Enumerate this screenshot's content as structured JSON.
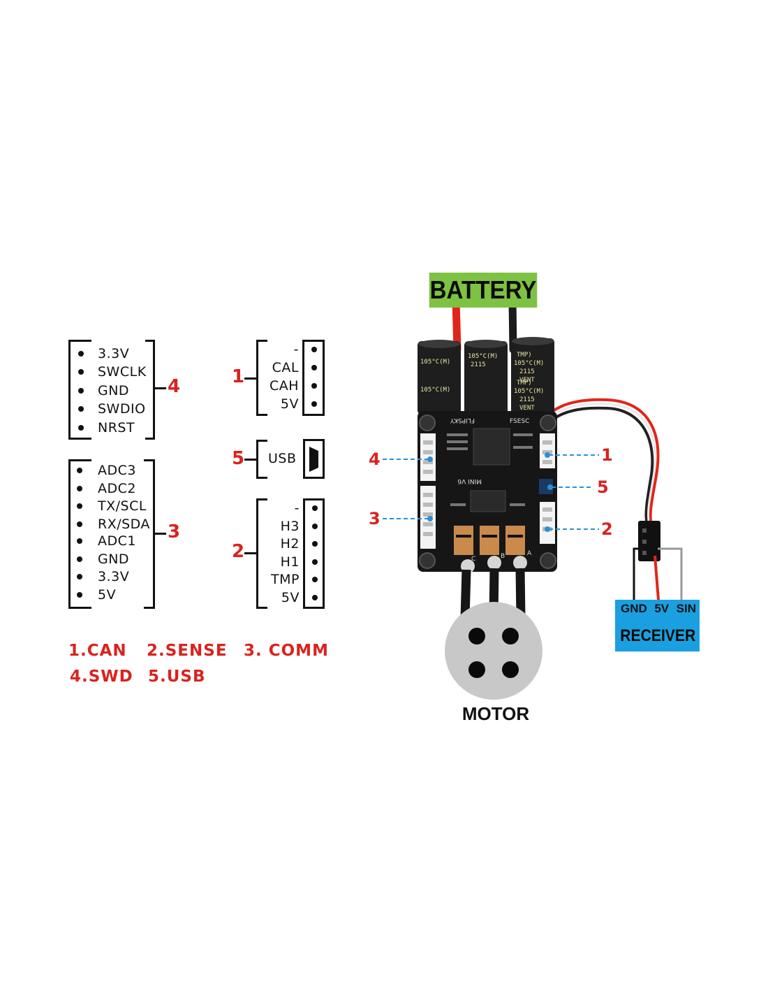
{
  "left_diagram": {
    "swd": {
      "number": "4",
      "pins": [
        "3.3V",
        "SWCLK",
        "GND",
        "SWDIO",
        "NRST"
      ]
    },
    "comm": {
      "number": "3",
      "pins": [
        "ADC3",
        "ADC2",
        "TX/SCL",
        "RX/SDA",
        "ADC1",
        "GND",
        "3.3V",
        "5V"
      ]
    },
    "can": {
      "number": "1",
      "pins": [
        "-",
        "CAL",
        "CAH",
        "5V"
      ]
    },
    "usb": {
      "number": "5",
      "label": "USB"
    },
    "sense": {
      "number": "2",
      "pins": [
        "-",
        "H3",
        "H2",
        "H1",
        "TMP",
        "5V"
      ]
    }
  },
  "legend": {
    "row1": [
      "1.CAN",
      "2.SENSE",
      "3. COMM"
    ],
    "row2": [
      "4.SWD",
      "5.USB"
    ]
  },
  "board": {
    "battery_label": "BATTERY",
    "motor_label": "MOTOR",
    "receiver_pins": [
      "GND",
      "5V",
      "SIN"
    ],
    "receiver_label": "RECEIVER",
    "callouts_left": [
      "4",
      "3"
    ],
    "callouts_right": [
      "1",
      "5",
      "2"
    ],
    "board_text": [
      "FSESC",
      "FLIPSKY",
      "MINI V6"
    ],
    "phase_labels": [
      "C",
      "B",
      "A"
    ],
    "capacitor_text": [
      "TMP)",
      "105°C(M)",
      "2115",
      "VENT"
    ]
  },
  "colors": {
    "accent_red": "#d9231f",
    "battery_green": "#7dc242",
    "receiver_blue": "#1aa0e0",
    "callout_line_blue": "#2b8fd6",
    "motor_gray": "#c8c8c8"
  }
}
